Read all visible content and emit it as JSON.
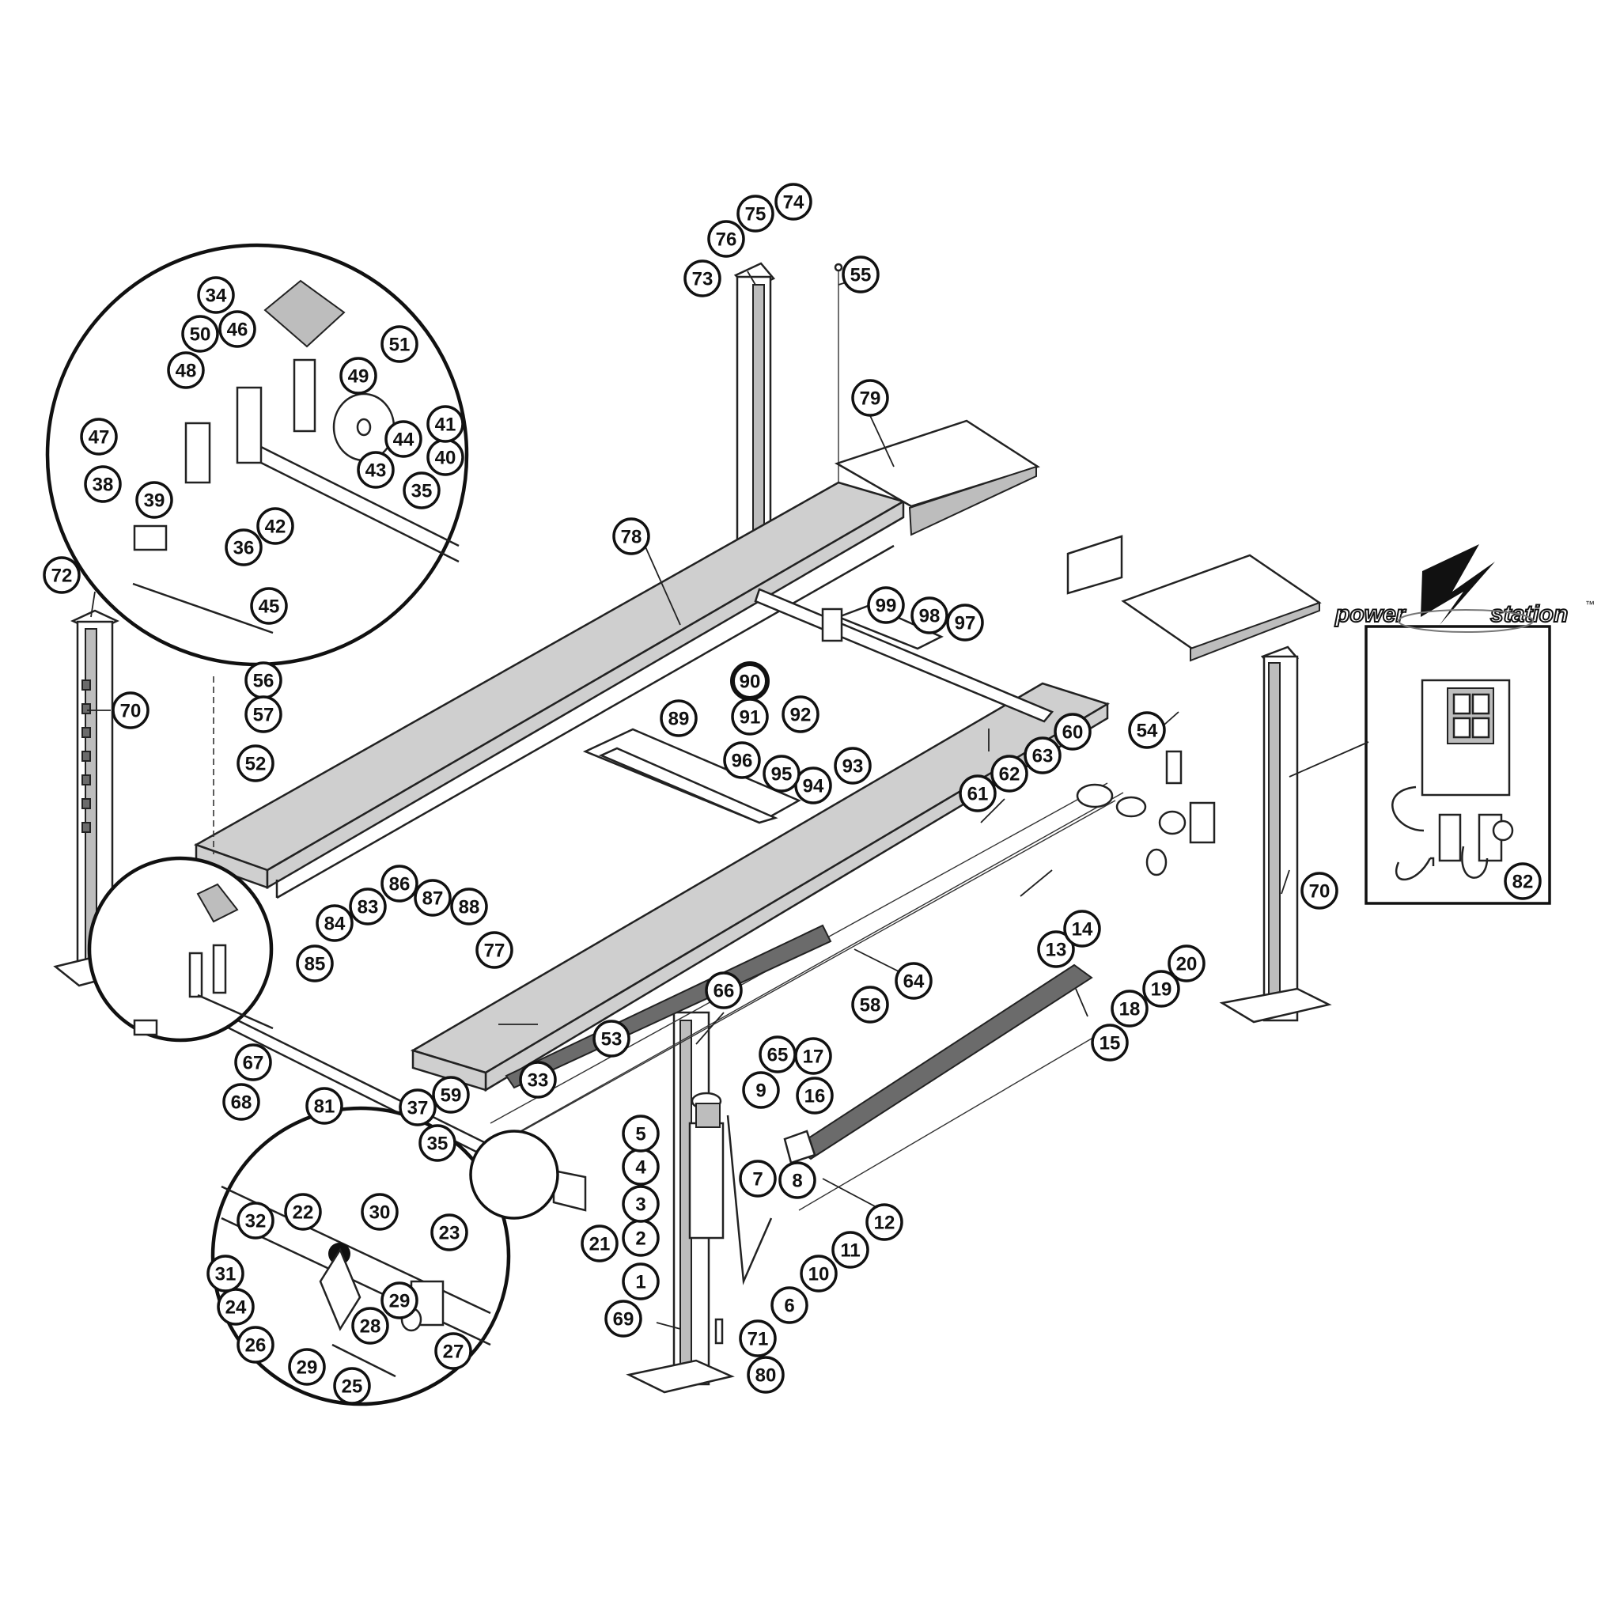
{
  "brand": {
    "logo_left": "power",
    "logo_right": "station",
    "trademark": "™"
  },
  "callouts": [
    "1",
    "2",
    "3",
    "4",
    "5",
    "6",
    "7",
    "8",
    "9",
    "10",
    "11",
    "12",
    "13",
    "14",
    "15",
    "16",
    "17",
    "18",
    "19",
    "20",
    "21",
    "22",
    "23",
    "24",
    "25",
    "26",
    "27",
    "28",
    "29",
    "30",
    "31",
    "32",
    "33",
    "34",
    "35",
    "36",
    "37",
    "38",
    "39",
    "40",
    "41",
    "42",
    "43",
    "44",
    "45",
    "46",
    "47",
    "48",
    "49",
    "50",
    "51",
    "52",
    "53",
    "54",
    "55",
    "56",
    "57",
    "58",
    "59",
    "60",
    "61",
    "62",
    "63",
    "64",
    "65",
    "66",
    "67",
    "68",
    "69",
    "70",
    "71",
    "72",
    "73",
    "74",
    "75",
    "76",
    "77",
    "78",
    "79",
    "80",
    "81",
    "82",
    "83",
    "84",
    "85",
    "86",
    "87",
    "88",
    "89",
    "90",
    "91",
    "92",
    "93",
    "94",
    "95",
    "96",
    "97",
    "98",
    "99"
  ]
}
